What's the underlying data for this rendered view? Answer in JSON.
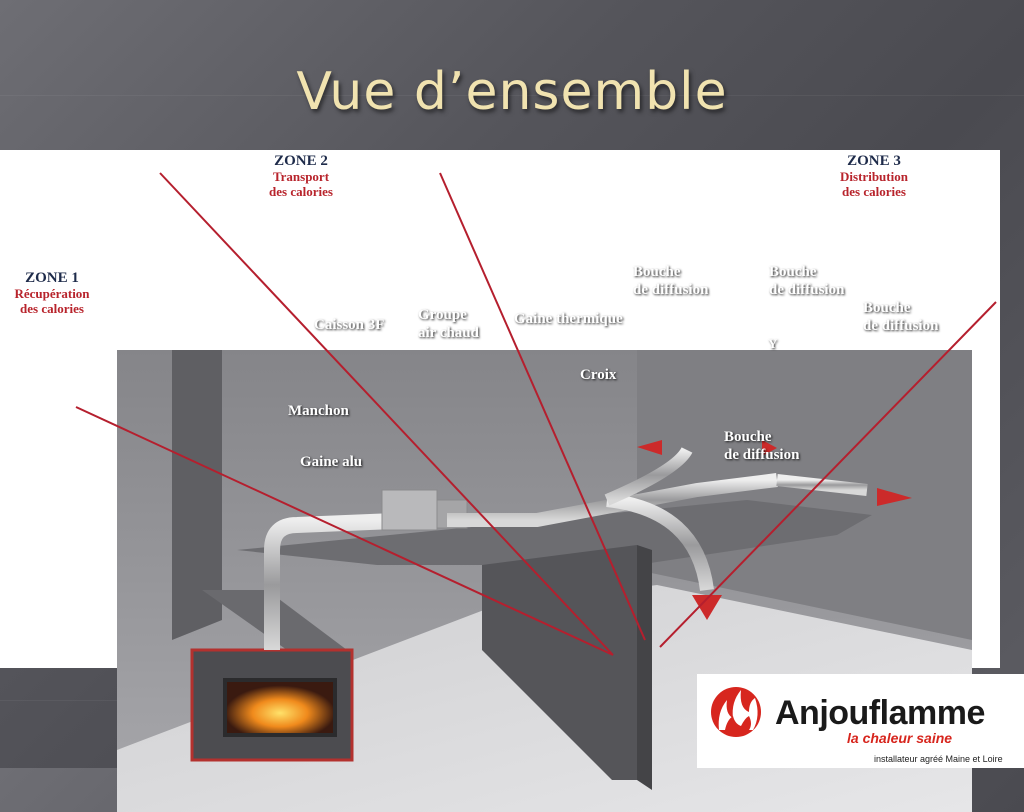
{
  "slide": {
    "title": "Vue d’ensemble"
  },
  "zones": {
    "zone1": {
      "title": "ZONE 1",
      "line1": "Récupération",
      "line2": "des calories"
    },
    "zone2": {
      "title": "ZONE 2",
      "line1": "Transport",
      "line2": "des calories"
    },
    "zone3": {
      "title": "ZONE 3",
      "line1": "Distribution",
      "line2": "des calories"
    }
  },
  "diagram": {
    "caisson": "Caisson 3F",
    "groupe_1": "Groupe",
    "groupe_2": "air chaud",
    "gaine_thermique": "Gaine thermique",
    "croix": "Croix",
    "y_label": "Y",
    "manchon": "Manchon",
    "gaine_alu": "Gaine alu",
    "bouche_1": "Bouche",
    "bouche_2": "de diffusion"
  },
  "logo": {
    "name": "Anjouflamme",
    "subtitle": "la chaleur saine",
    "tagline": "installateur agréé Maine et Loire"
  },
  "colors": {
    "title": "#f1e3b0",
    "zone_title": "#1e2b4a",
    "zone_subtitle": "#b8242c",
    "zone_line": "#b51f2e",
    "brand_red": "#d7261e"
  }
}
